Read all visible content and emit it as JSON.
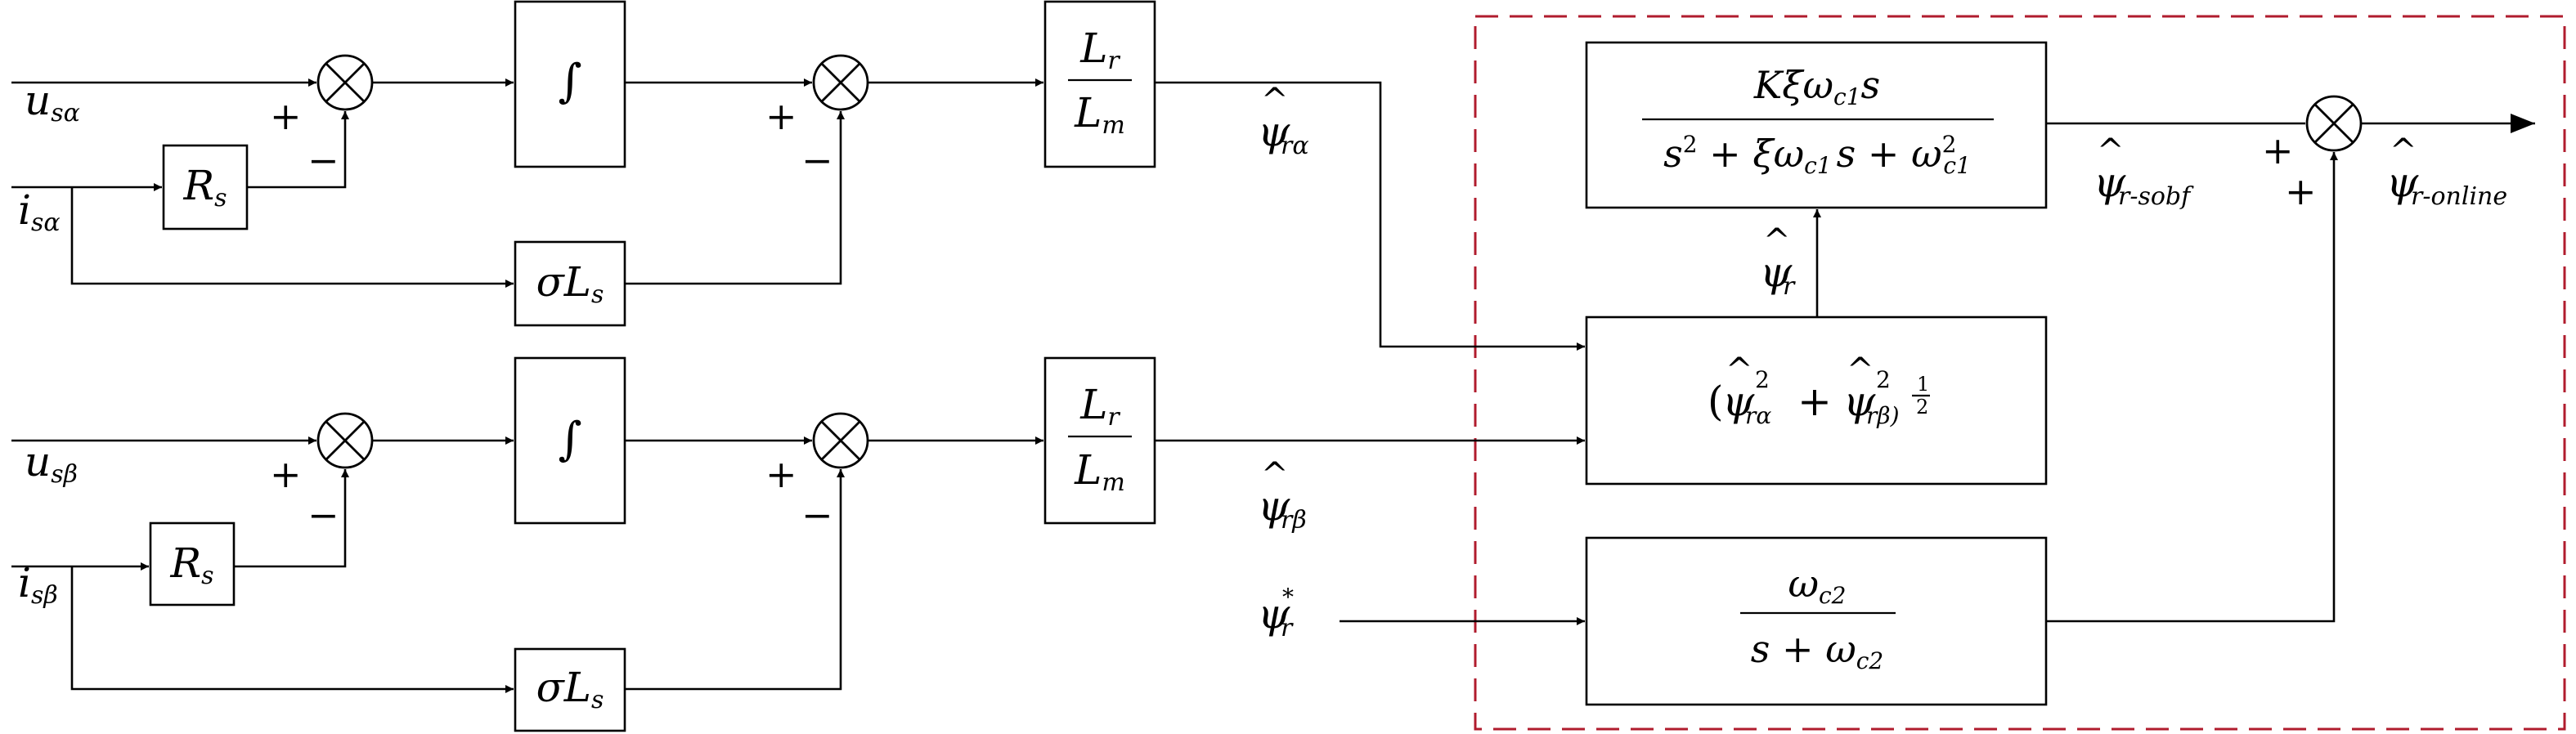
{
  "inputs": {
    "u_alpha": {
      "main": "u",
      "sub": "sα"
    },
    "i_alpha": {
      "main": "i",
      "sub": "sα"
    },
    "u_beta": {
      "main": "u",
      "sub": "sβ"
    },
    "i_beta": {
      "main": "i",
      "sub": "sβ"
    }
  },
  "blocks": {
    "rs": {
      "main": "R",
      "sub": "s"
    },
    "sigma_ls": {
      "main": "σL",
      "sub": "s"
    },
    "integrator": "∫",
    "lr_lm": {
      "num_main": "L",
      "num_sub": "r",
      "den_main": "L",
      "den_sub": "m"
    },
    "sobf": {
      "num": {
        "a": "Kξω",
        "a_sub": "c1",
        "b": "s"
      },
      "den": {
        "a": "s",
        "a_sup": "2",
        "b": " + ξω",
        "b_sub": "c1",
        "c": "s + ω",
        "c_sub": "c1",
        "c_sup": "2"
      }
    },
    "magnitude": {
      "open": "(",
      "a_sub": "rα",
      "sq": "2",
      "plus": "+",
      "b_sub": "rβ)",
      "exp": "1",
      "exp_den": "2"
    },
    "lpf": {
      "num": "ω",
      "num_sub": "c2",
      "den": "s + ω",
      "den_sub": "c2"
    }
  },
  "signals": {
    "psi_ra": {
      "main": "ψ",
      "sub": "rα"
    },
    "psi_rb": {
      "main": "ψ",
      "sub": "rβ"
    },
    "psi_r": {
      "main": "ψ",
      "sub": "r"
    },
    "psi_ref": {
      "main": "ψ",
      "sub": "r",
      "sup": "*"
    },
    "psi_sobf": {
      "main": "ψ",
      "sub": "r-sobf"
    },
    "psi_online": {
      "main": "ψ",
      "sub": "r-online"
    }
  },
  "hat": "^",
  "signs": {
    "plus": "+",
    "minus": "−"
  },
  "colors": {
    "ink": "#000000",
    "boundary": "#b01c2e",
    "background": "#ffffff"
  }
}
